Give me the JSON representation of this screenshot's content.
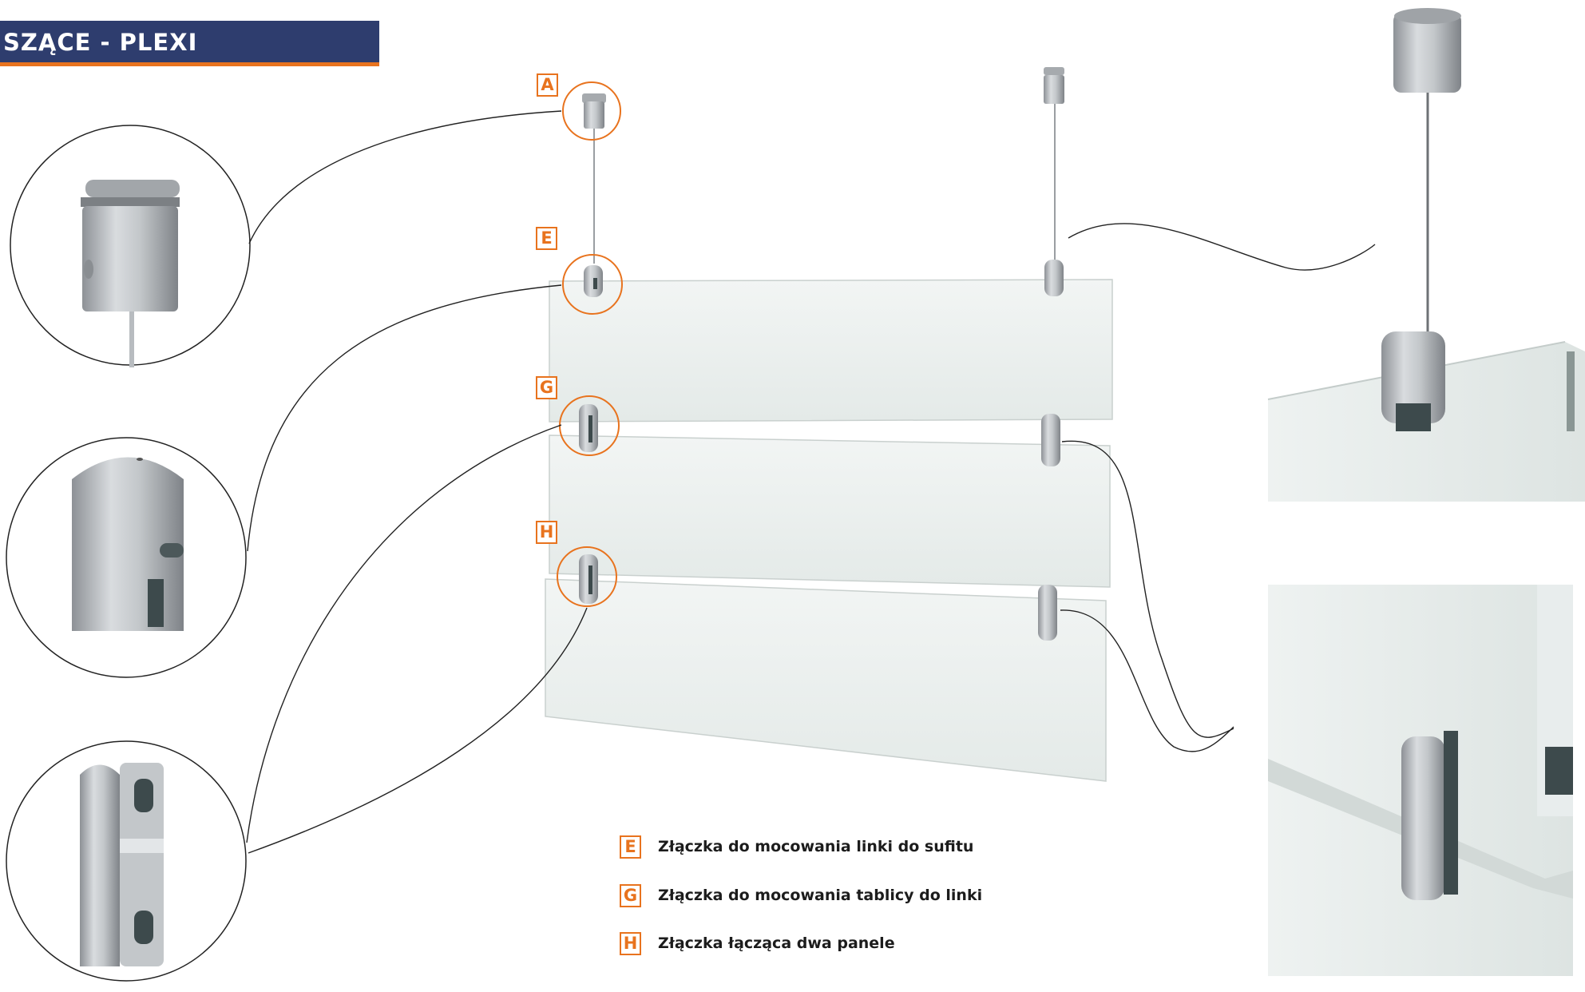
{
  "header": {
    "title": "SZĄCE - PLEXI"
  },
  "callouts": {
    "a": "A",
    "e": "E",
    "g": "G",
    "h": "H"
  },
  "legend": [
    {
      "letter": "E",
      "text": "Złączka do mocowania linki do sufitu"
    },
    {
      "letter": "G",
      "text": "Złączka do mocowania tablicy do linki"
    },
    {
      "letter": "H",
      "text": "Złączka łącząca dwa panele"
    }
  ],
  "colors": {
    "header_bg": "#2e3d6e",
    "accent": "#e8731e",
    "metal": "#b9bdc1",
    "glass": "#eef2f1"
  }
}
